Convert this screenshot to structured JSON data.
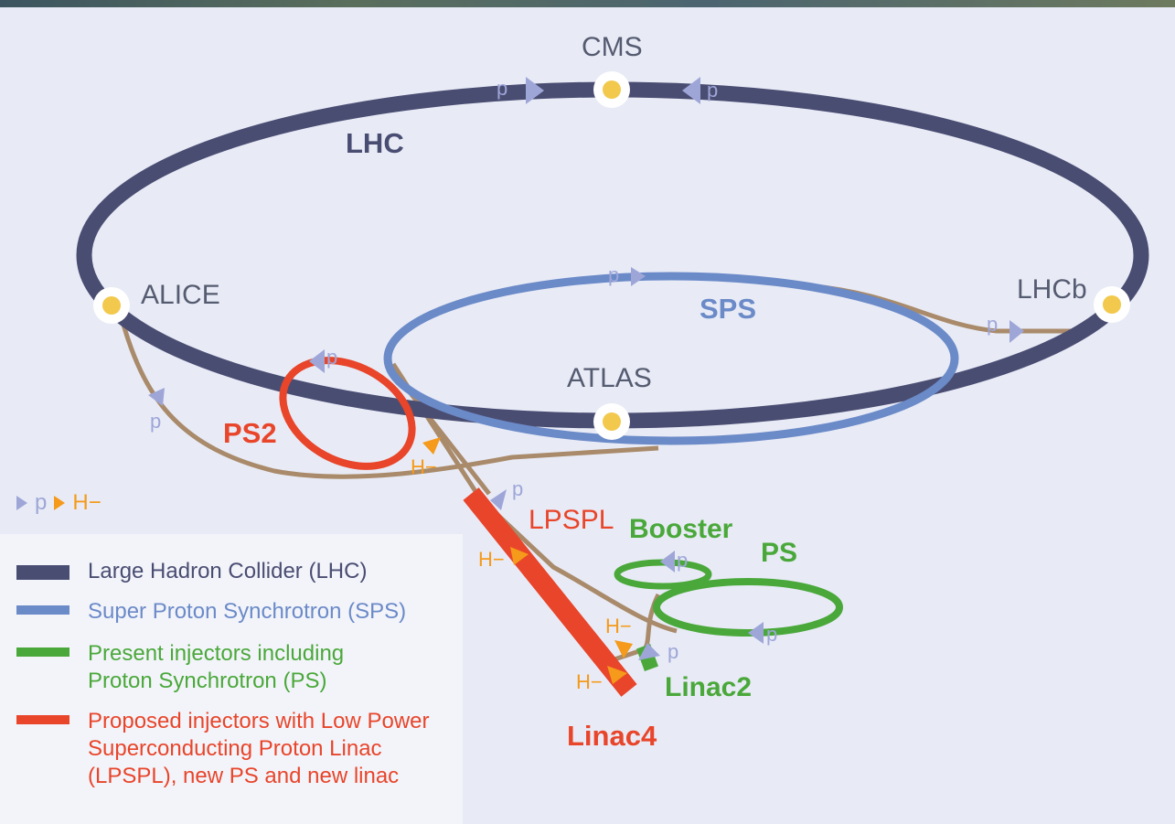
{
  "colors": {
    "lhc": "#4a4d72",
    "sps": "#6b8ac8",
    "present": "#4aa83a",
    "proposed": "#e8452a",
    "transfer": "#a98a6a",
    "proton_arrow": "#9ea6d8",
    "hminus_arrow": "#f59a1a",
    "experiment_dot": "#f2c94c",
    "background": "#e8ebf6"
  },
  "top_strip": "aerial-photo-strip",
  "rings": {
    "lhc": "LHC",
    "sps": "SPS",
    "ps2": "PS2",
    "booster": "Booster",
    "ps": "PS",
    "lpspl": "LPSPL",
    "linac2": "Linac2",
    "linac4": "Linac4"
  },
  "experiments": {
    "cms": "CMS",
    "alice": "ALICE",
    "lhcb": "LHCb",
    "atlas": "ATLAS"
  },
  "particles": {
    "p": "p",
    "hminus": "H−"
  },
  "legend": {
    "key_p": "p",
    "key_hminus": "H−",
    "items": [
      {
        "text": "Large Hadron Collider (LHC)",
        "color": "#4a4d72"
      },
      {
        "text": "Super Proton Synchrotron (SPS)",
        "color": "#6b8ac8"
      },
      {
        "text": "Present injectors including\nProton Synchrotron (PS)",
        "color": "#4aa83a"
      },
      {
        "text": "Proposed injectors with Low Power\nSuperconducting Proton Linac\n(LPSPL), new PS and new linac",
        "color": "#e8452a"
      }
    ]
  }
}
